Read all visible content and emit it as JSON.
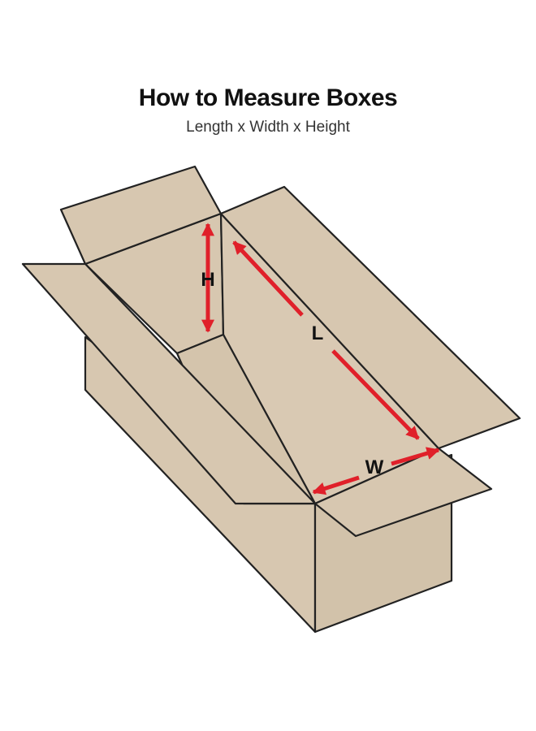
{
  "header": {
    "title": "How to Measure Boxes",
    "subtitle": "Length x Width x Height"
  },
  "dimensions": {
    "height_label": "H",
    "length_label": "L",
    "width_label": "W"
  },
  "colors": {
    "cardboard": "#d7c7b0",
    "cardboard_shade": "#cfbfa6",
    "outline": "#222222",
    "arrow": "#e0202a"
  }
}
